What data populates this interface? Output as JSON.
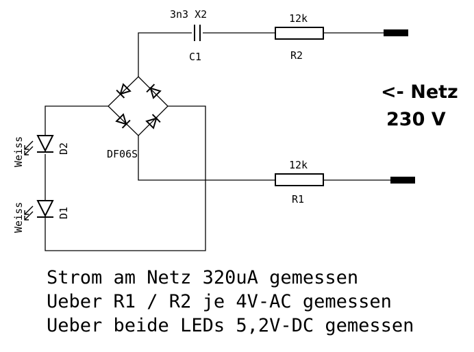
{
  "components": {
    "c1": {
      "value": "3n3 X2",
      "ref": "C1"
    },
    "r2": {
      "value": "12k",
      "ref": "R2"
    },
    "r1": {
      "value": "12k",
      "ref": "R1"
    },
    "bridge": {
      "ref": "DF06S"
    },
    "d2": {
      "ref": "D2",
      "color": "Weiss"
    },
    "d1": {
      "ref": "D1",
      "color": "Weiss"
    }
  },
  "mains": {
    "arrow_label": "<- Netz",
    "voltage": "230 V"
  },
  "notes": [
    "Strom am Netz 320uA gemessen",
    "Ueber R1 / R2 je 4V-AC gemessen",
    "Ueber beide LEDs 5,2V-DC gemessen"
  ]
}
